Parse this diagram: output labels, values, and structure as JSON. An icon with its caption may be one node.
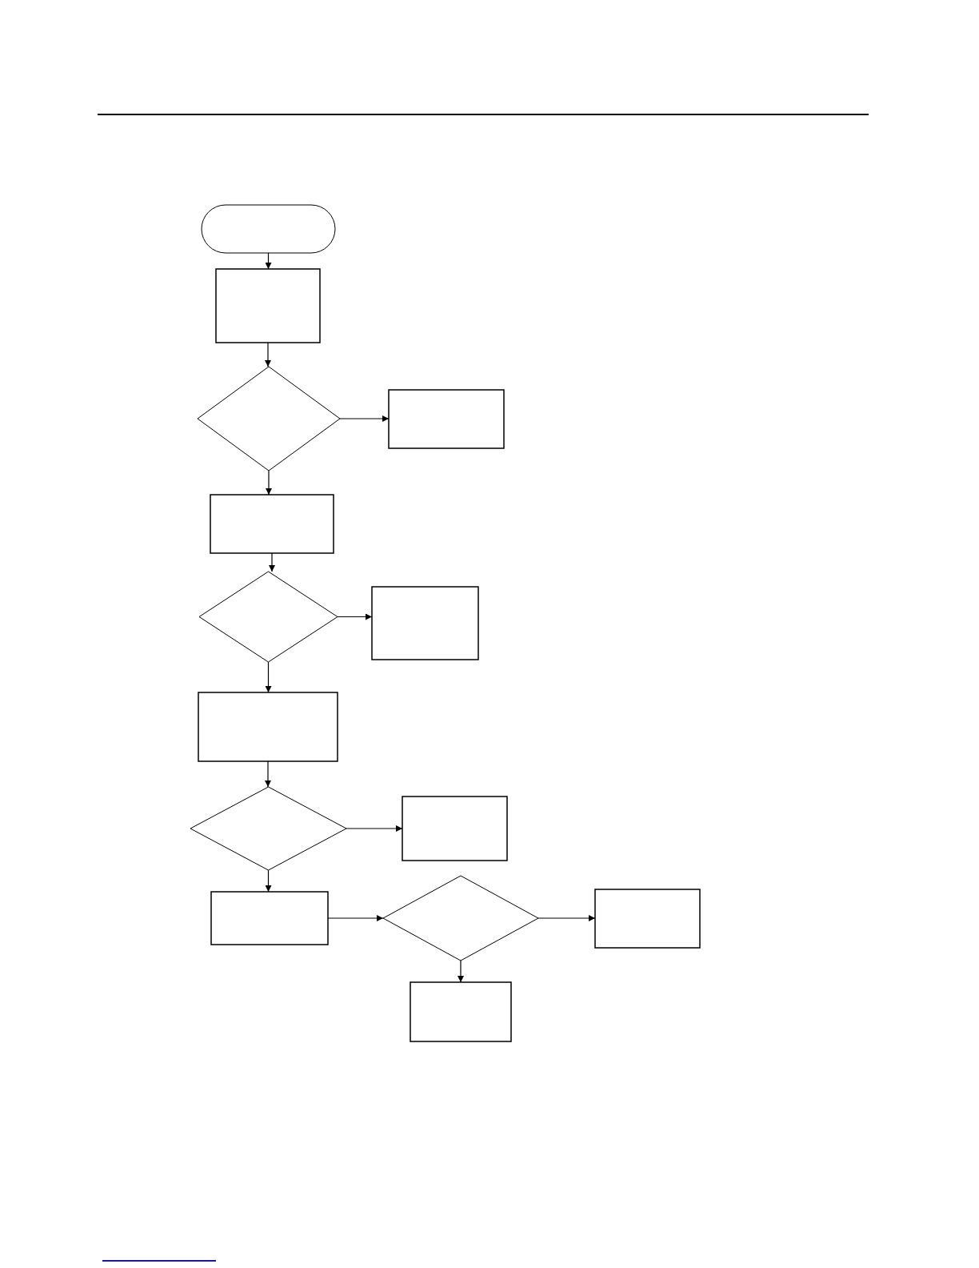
{
  "diagram": {
    "nodes": [
      {
        "text": [],
        "shape": "pill"
      },
      {
        "text": [],
        "shape": "box"
      },
      {
        "text": [],
        "shape": "diamond"
      },
      {
        "text": [],
        "shape": "box"
      },
      {
        "text": [],
        "shape": "box"
      },
      {
        "text": [],
        "shape": "diamond"
      },
      {
        "text": [],
        "shape": "box"
      },
      {
        "text": [],
        "shape": "box"
      },
      {
        "text": [],
        "shape": "diamond"
      },
      {
        "text": [],
        "shape": "box"
      },
      {
        "text": [],
        "shape": "box"
      },
      {
        "text": [],
        "shape": "diamond"
      },
      {
        "text": [],
        "shape": "box"
      },
      {
        "text": [],
        "shape": "box"
      }
    ],
    "edges": [
      {
        "from": 0,
        "to": 1,
        "arrow": "to"
      },
      {
        "from": 1,
        "to": 2,
        "arrow": "to"
      },
      {
        "from": 2,
        "to": 3,
        "arrow": "to"
      },
      {
        "from": 2,
        "to": 4,
        "arrow": "to"
      },
      {
        "from": 4,
        "to": 5,
        "arrow": "to"
      },
      {
        "from": 5,
        "to": 6,
        "arrow": "to"
      },
      {
        "from": 5,
        "to": 7,
        "arrow": "to"
      },
      {
        "from": 7,
        "to": 8,
        "arrow": "to"
      },
      {
        "from": 8,
        "to": 9,
        "arrow": "to"
      },
      {
        "from": 8,
        "to": 10,
        "arrow": "to"
      },
      {
        "from": 10,
        "to": 11,
        "arrow": "to"
      },
      {
        "from": 11,
        "to": 12,
        "arrow": "to"
      },
      {
        "from": 11,
        "to": 13,
        "arrow": "to"
      }
    ]
  }
}
